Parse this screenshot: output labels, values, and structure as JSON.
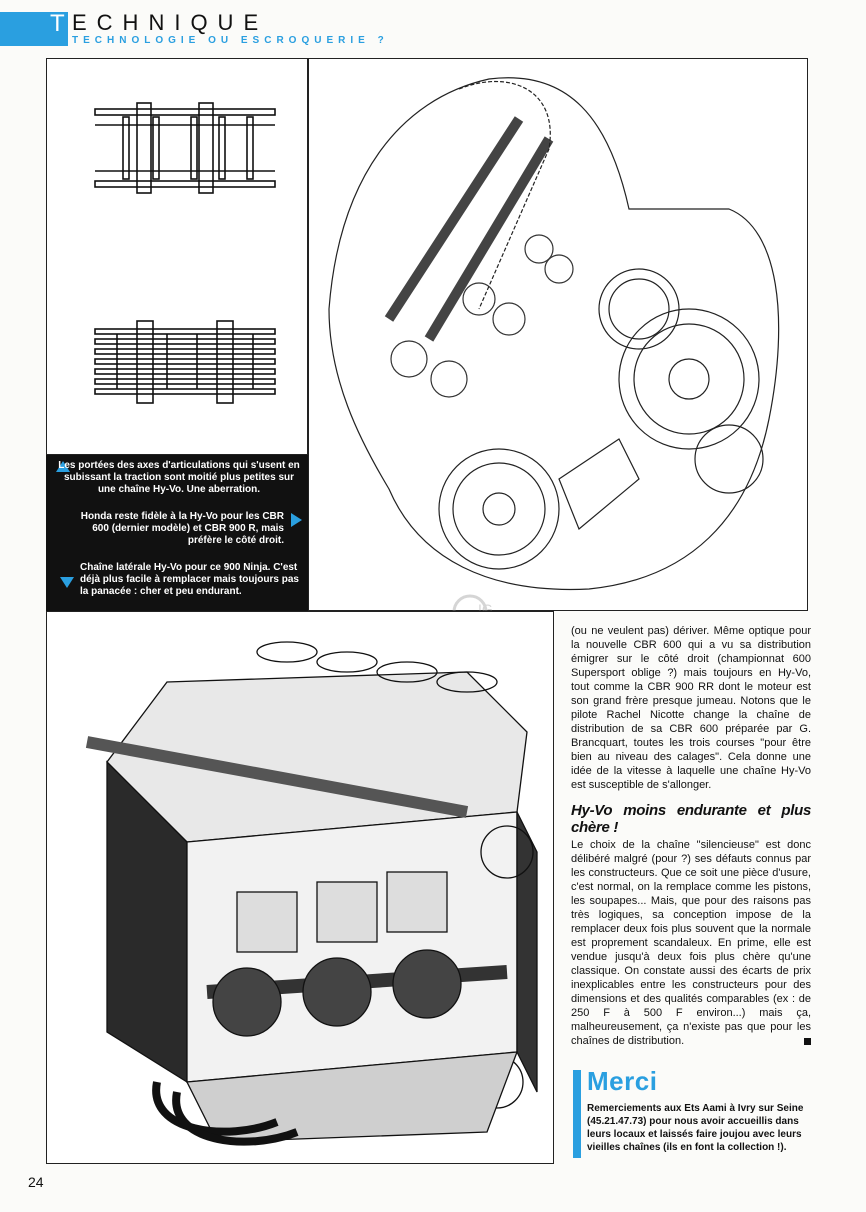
{
  "header": {
    "initial": "T",
    "rest": "ECHNIQUE",
    "subtitle": "TECHNOLOGIE OU ESCROQUERIE ?"
  },
  "captions": {
    "c1": "Les portées des axes d'articulations qui s'usent en subissant la traction sont moitié plus petites sur une chaîne Hy-Vo. Une aberration.",
    "c2": "Honda reste fidèle à la Hy-Vo pour les CBR 600 (dernier modèle) et CBR 900 R, mais préfère le côté droit.",
    "c3": "Chaîne latérale Hy-Vo pour ce 900 Ninja. C'est déjà plus facile à remplacer mais toujours pas la panacée : cher et peu endurant."
  },
  "article": {
    "p1": "(ou ne veulent pas) dériver. Même optique pour la nouvelle CBR 600 qui a vu sa distribution émigrer sur le côté droit (championnat 600 Supersport oblige ?) mais toujours en Hy-Vo, tout comme la CBR 900 RR dont le moteur est son grand frère presque jumeau. Notons que le pilote Rachel Nicotte change la chaîne de distribution de sa CBR 600 préparée par G. Brancquart, toutes les trois courses \"pour être bien au niveau des calages\". Cela donne une idée de la vitesse à laquelle une chaîne Hy-Vo est susceptible de s'allonger.",
    "subhead": "Hy-Vo moins endurante et plus chère !",
    "p2": "Le choix de la chaîne \"silencieuse\" est donc délibéré malgré (pour ?) ses défauts connus par les constructeurs. Que ce soit une pièce d'usure, c'est normal, on la remplace comme les pistons, les soupapes... Mais, que pour des raisons pas très logiques, sa conception impose de la remplacer deux fois plus souvent que la normale est proprement scandaleux. En prime, elle est vendue jusqu'à deux fois plus chère qu'une classique. On constate aussi des écarts de prix inexplicables entre les constructeurs pour des dimensions et des qualités comparables (ex : de 250 F à 500 F environ...) mais ça, malheureusement, ça n'existe pas que pour les chaînes de distribution."
  },
  "merci": {
    "title": "Merci",
    "text": "Remerciements aux Ets Aami à Ivry sur Seine (45.21.47.73) pour nous avoir accueillis dans leurs locaux et laissés faire joujou avec leurs vieilles chaînes (ils en font la collection !)."
  },
  "page_number": "24",
  "colors": {
    "accent": "#2a9fe0",
    "ink": "#111111"
  }
}
